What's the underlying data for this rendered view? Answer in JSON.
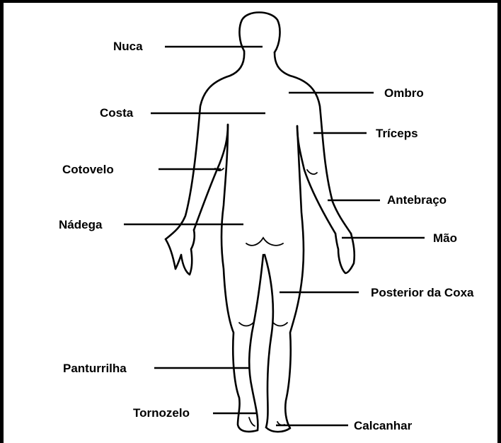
{
  "labels": {
    "nuca": "Nuca",
    "costa": "Costa",
    "cotovelo": "Cotovelo",
    "nadega": "Nádega",
    "panturrilha": "Panturrilha",
    "tornozelo": "Tornozelo",
    "ombro": "Ombro",
    "triceps": "Tríceps",
    "antebraco": "Antebraço",
    "mao": "Mão",
    "posterior_coxa": "Posterior da Coxa",
    "calcanhar": "Calcanhar"
  }
}
